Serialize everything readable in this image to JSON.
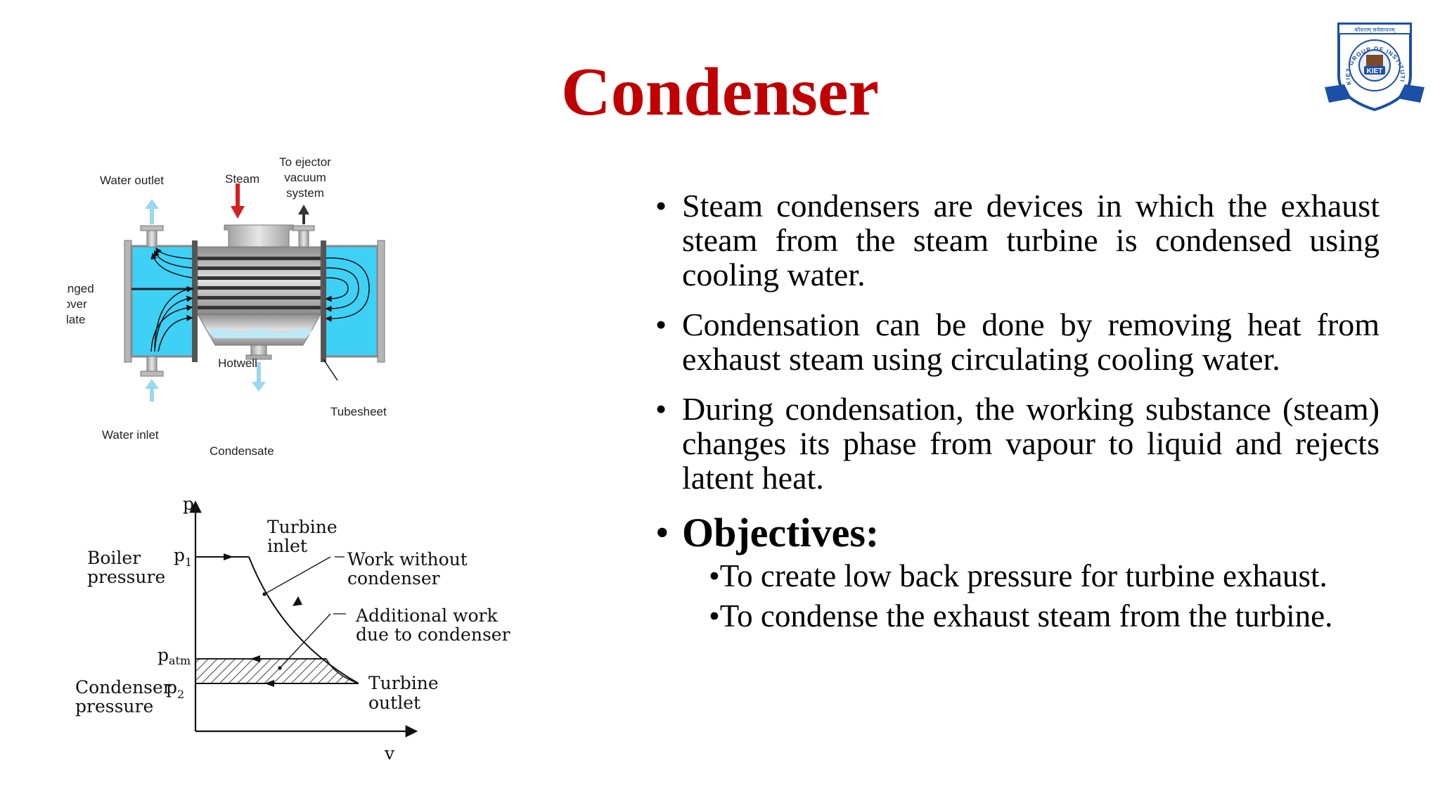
{
  "slide": {
    "title": "Condenser",
    "logo": {
      "top_text": "कौशलम् सर्वसाधनम्",
      "ring_text": "KIET GROUP OF INSTITUTIONS",
      "badge_text": "KIET"
    }
  },
  "condenser_diagram": {
    "labels": {
      "water_outlet": "Water outlet",
      "steam": "Steam",
      "ejector_1": "To ejector",
      "ejector_2": "vacuum",
      "ejector_3": "system",
      "flanged_1": "Flanged",
      "flanged_2": "cover",
      "flanged_3": "plate",
      "hotwell": "Hotwell",
      "tubesheet": "Tubesheet",
      "water_inlet": "Water inlet",
      "condensate": "Condensate"
    },
    "colors": {
      "water": "#3fd0f5",
      "shell": "#a8a8a8",
      "steam_arrow": "#d42020",
      "flow_arrow": "#9ad8ee"
    }
  },
  "pv_diagram": {
    "labels": {
      "p_axis": "p",
      "v_axis": "v",
      "turbine_inlet_1": "Turbine",
      "turbine_inlet_2": "inlet",
      "boiler_1": "Boiler",
      "boiler_2": "pressure",
      "p1": "p",
      "p1_sub": "1",
      "work_without_1": "Work without",
      "work_without_2": "condenser",
      "additional_1": "Additional work",
      "additional_2": "due to condenser",
      "patm": "p",
      "patm_sub": "atm",
      "condenser_1": "Condenser",
      "condenser_2": "pressure",
      "p2": "p",
      "p2_sub": "2",
      "turbine_outlet_1": "Turbine",
      "turbine_outlet_2": "outlet"
    }
  },
  "content": {
    "bullet_symbol": "•",
    "bullets": [
      "Steam condensers are devices in which the exhaust steam from the steam turbine is condensed using cooling water.",
      "Condensation can be done by removing heat from exhaust steam using circulating cooling water.",
      "During condensation, the working substance (steam) changes its phase from vapour to liquid and rejects latent heat."
    ],
    "objectives_title": "Objectives:",
    "objectives": [
      "•To create low back pressure for turbine exhaust.",
      "•To condense the exhaust steam from the turbine."
    ]
  }
}
